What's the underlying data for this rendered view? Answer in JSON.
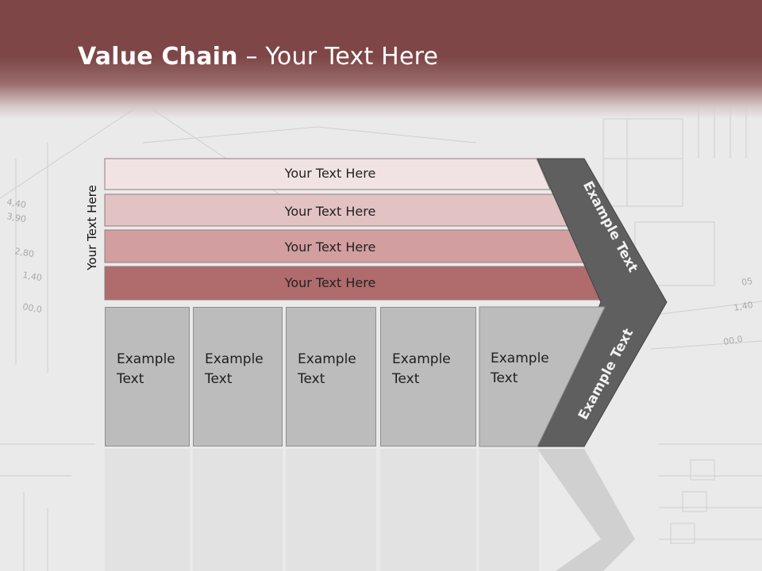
{
  "slide": {
    "title_bold": "Value Chain",
    "title_rest": " – Your Text Here",
    "vertical_label": "Your Text Here",
    "bars": [
      {
        "label": "Your Text Here",
        "color": "#f1e3e4"
      },
      {
        "label": "Your Text Here",
        "color": "#e2c2c3"
      },
      {
        "label": "Your Text Here",
        "color": "#d29e9f"
      },
      {
        "label": "Your Text Here",
        "color": "#b06b6c"
      }
    ],
    "boxes": [
      {
        "line1": "Example",
        "line2": "Text"
      },
      {
        "line1": "Example",
        "line2": "Text"
      },
      {
        "line1": "Example",
        "line2": "Text"
      },
      {
        "line1": "Example",
        "line2": "Text"
      },
      {
        "line1": "Example",
        "line2": "Text"
      }
    ],
    "chevron_top_label": "Example Text",
    "chevron_bottom_label": "Example Text",
    "colors": {
      "header": "#7e4647",
      "chevron": "#5f5f5f",
      "box": "#bcbcbc"
    }
  }
}
